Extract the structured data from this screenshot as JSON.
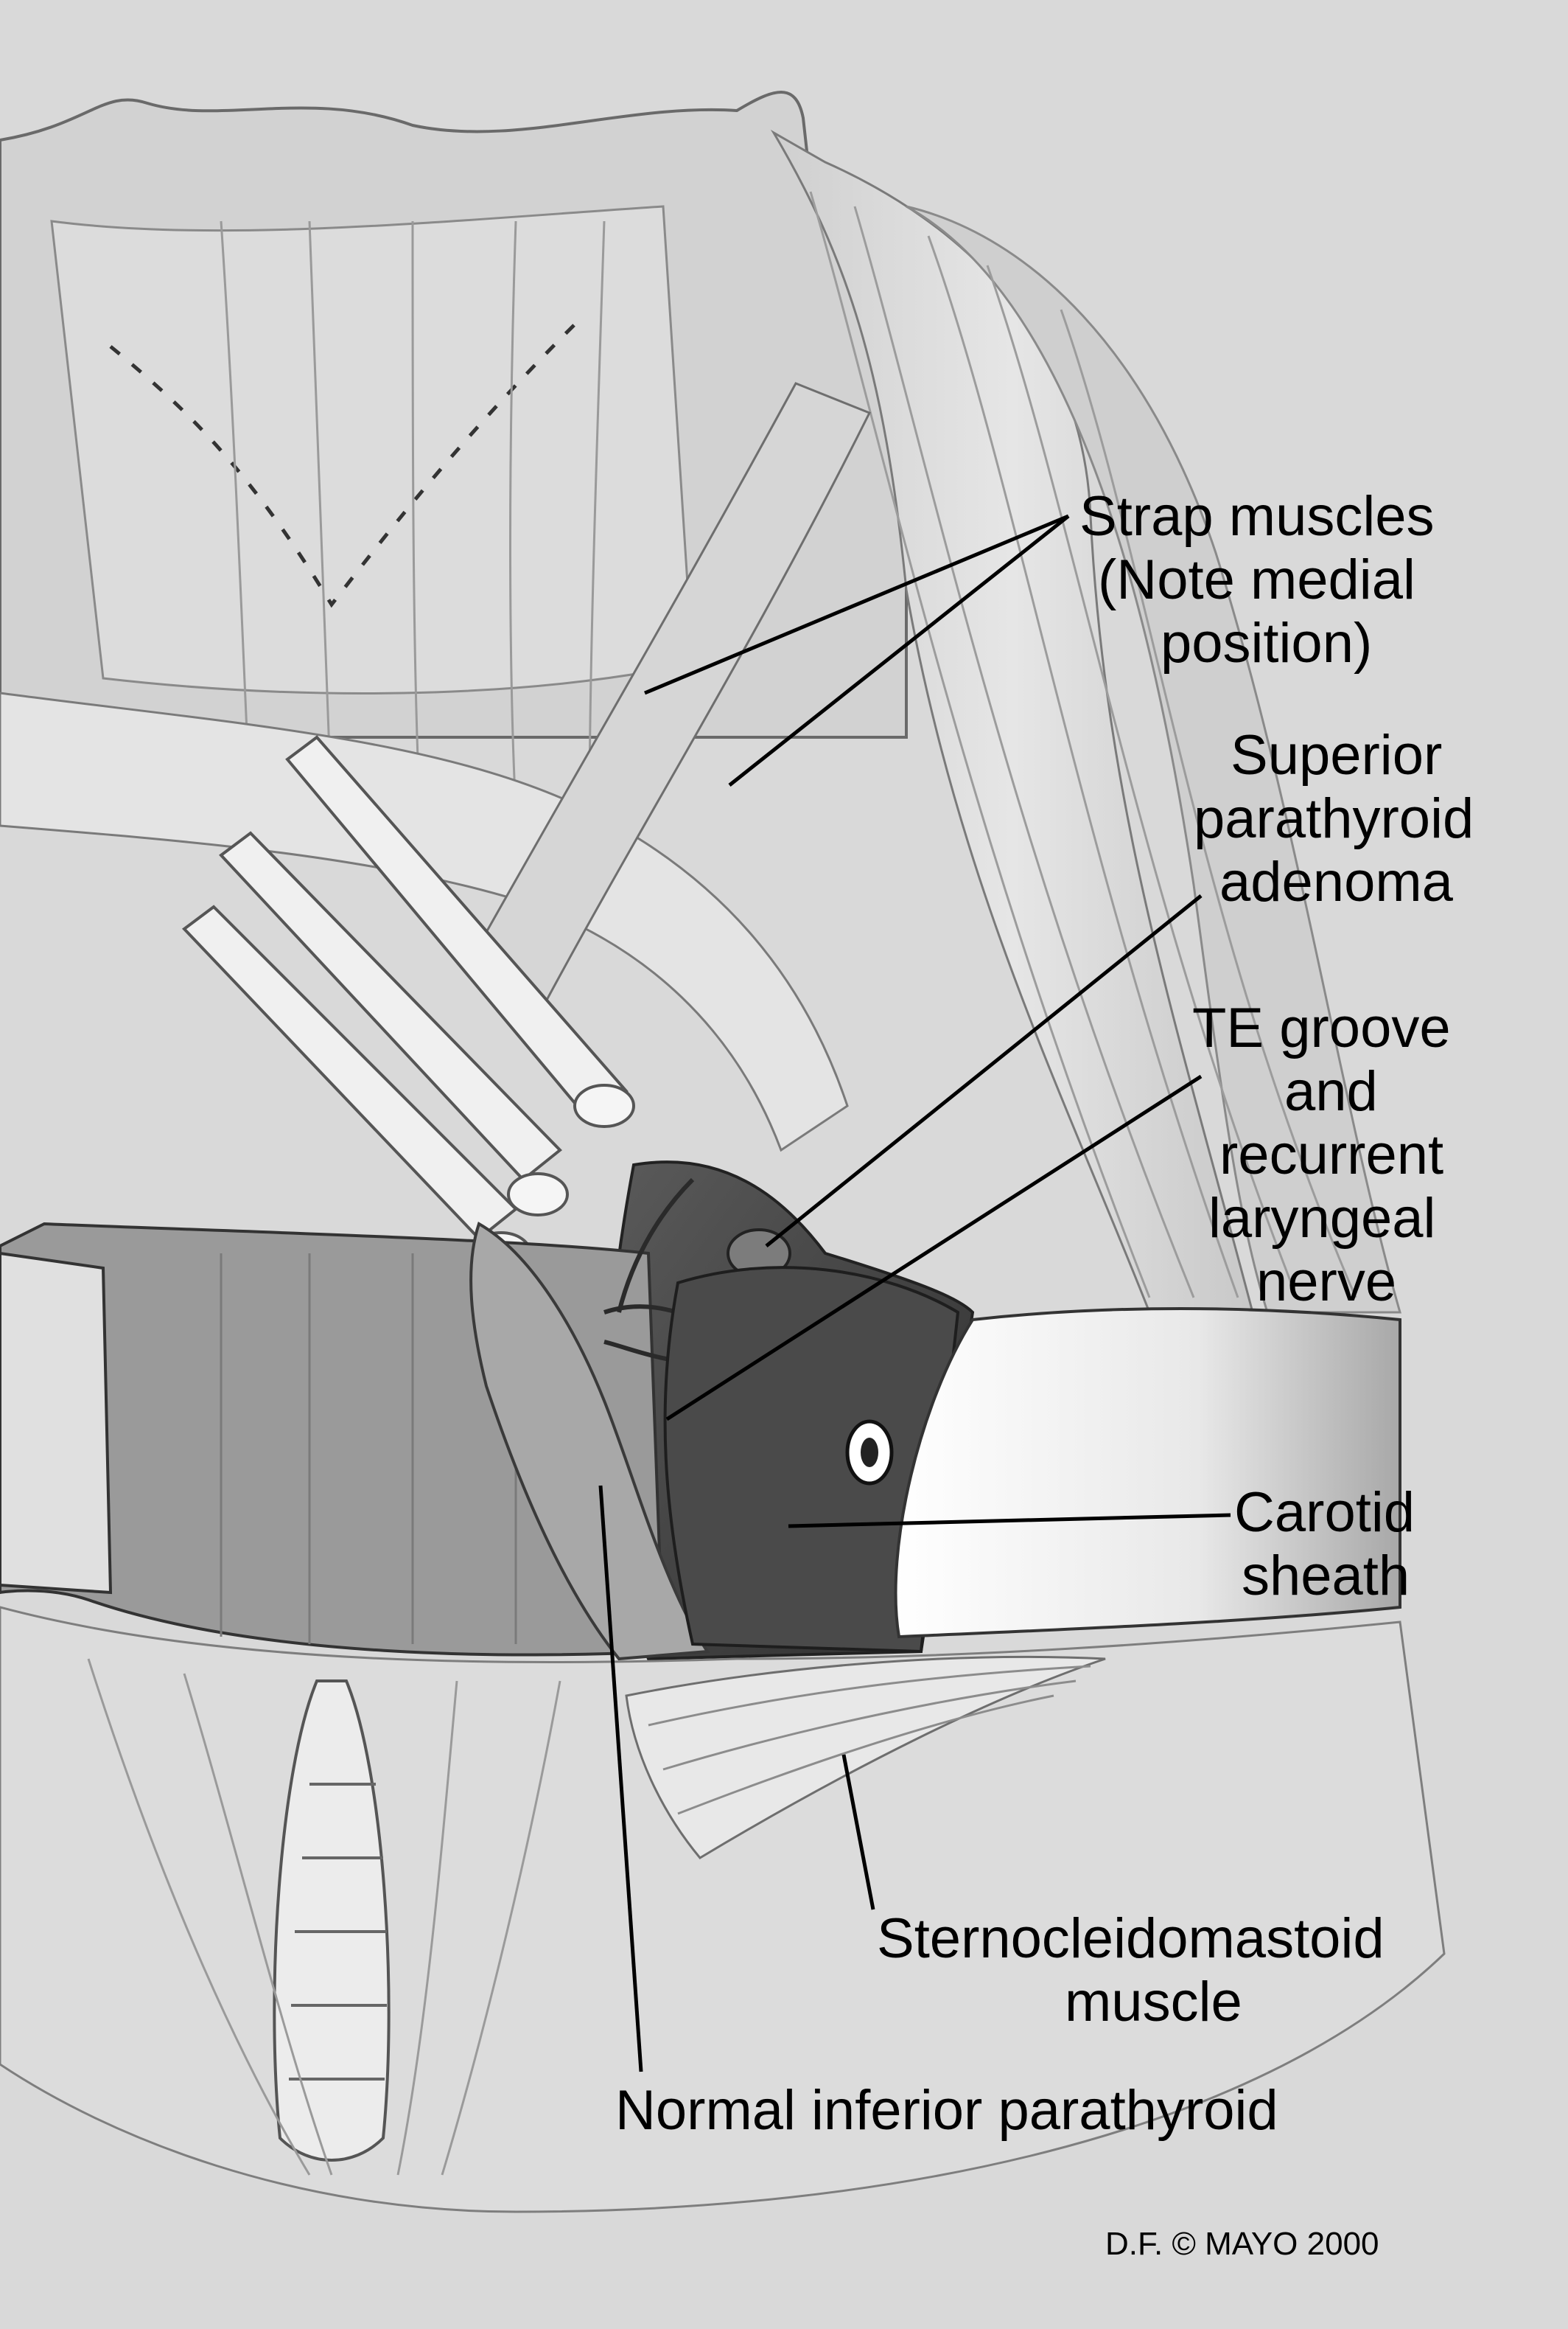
{
  "labels": {
    "strap_muscles": [
      "Strap muscles",
      "(Note medial",
      "position)"
    ],
    "superior_adenoma": [
      "Superior",
      "parathyroid",
      "adenoma"
    ],
    "te_groove": [
      "TE groove",
      "and",
      "recurrent",
      "laryngeal",
      "nerve"
    ],
    "carotid_sheath": [
      "Carotid",
      "sheath"
    ],
    "scm": [
      "Sternocleidomastoid",
      "muscle"
    ],
    "inferior_parathyroid": [
      "Normal inferior parathyroid"
    ]
  },
  "credit": "D.F. © MAYO 2000",
  "colors": {
    "background": "#d9d9d9",
    "muscle_light": "#e4e4e4",
    "muscle_mid": "#bdbdbd",
    "shadow_dark": "#3c3c3c",
    "retractor": "#f2f2f2"
  }
}
